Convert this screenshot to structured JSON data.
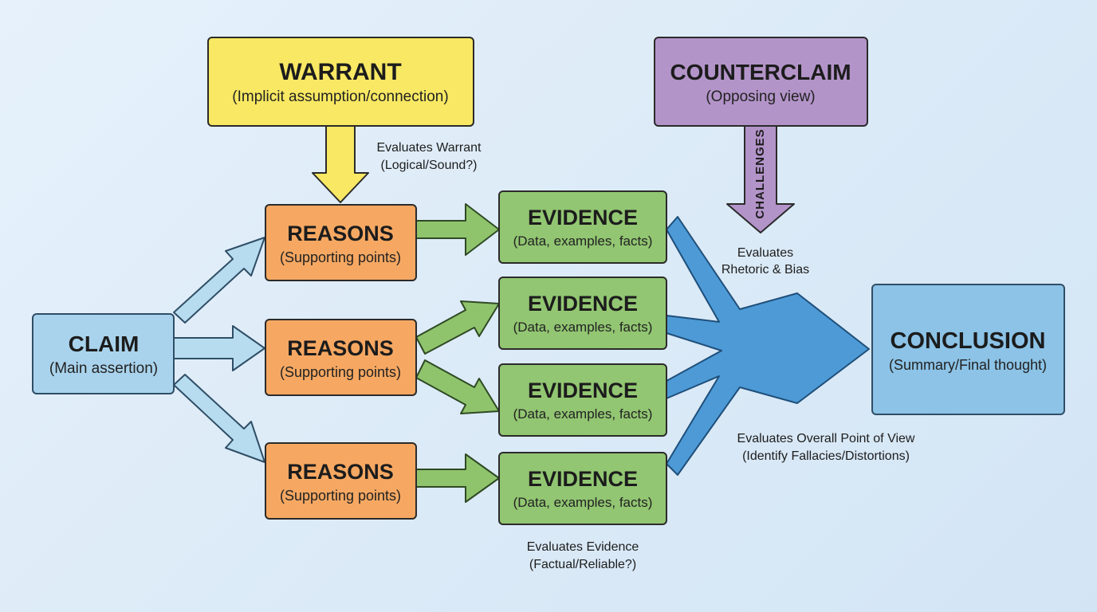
{
  "colors": {
    "claim": "#a9d3ec",
    "reasons": "#f6a862",
    "evidence": "#92c672",
    "warrant": "#f8e863",
    "counterclaim": "#b394c9",
    "conclusion": "#8cc3e7",
    "main_arrow": "#4d9ad6",
    "light_arrow": "#b7dcef"
  },
  "claim": {
    "title": "CLAIM",
    "subtitle": "(Main assertion)"
  },
  "reasons": [
    {
      "title": "REASONS",
      "subtitle": "(Supporting points)"
    },
    {
      "title": "REASONS",
      "subtitle": "(Supporting points)"
    },
    {
      "title": "REASONS",
      "subtitle": "(Supporting points)"
    }
  ],
  "evidence": [
    {
      "title": "EVIDENCE",
      "subtitle": "(Data, examples, facts)"
    },
    {
      "title": "EVIDENCE",
      "subtitle": "(Data, examples, facts)"
    },
    {
      "title": "EVIDENCE",
      "subtitle": "(Data, examples, facts)"
    },
    {
      "title": "EVIDENCE",
      "subtitle": "(Data, examples, facts)"
    }
  ],
  "warrant": {
    "title": "WARRANT",
    "subtitle": "(Implicit assumption/connection)"
  },
  "counterclaim": {
    "title": "COUNTERCLAIM",
    "subtitle": "(Opposing view)"
  },
  "conclusion": {
    "title": "CONCLUSION",
    "subtitle": "(Summary/Final thought)"
  },
  "challenges_label": "CHALLENGES",
  "annotations": {
    "warrant_eval": {
      "line1": "Evaluates Warrant",
      "line2": "(Logical/Sound?)"
    },
    "rhetoric_eval": {
      "line1": "Evaluates",
      "line2": "Rhetoric & Bias"
    },
    "overall_eval": {
      "line1": "Evaluates Overall Point of View",
      "line2": "(Identify Fallacies/Distortions)"
    },
    "evidence_eval": {
      "line1": "Evaluates Evidence",
      "line2": "(Factual/Reliable?)"
    }
  }
}
